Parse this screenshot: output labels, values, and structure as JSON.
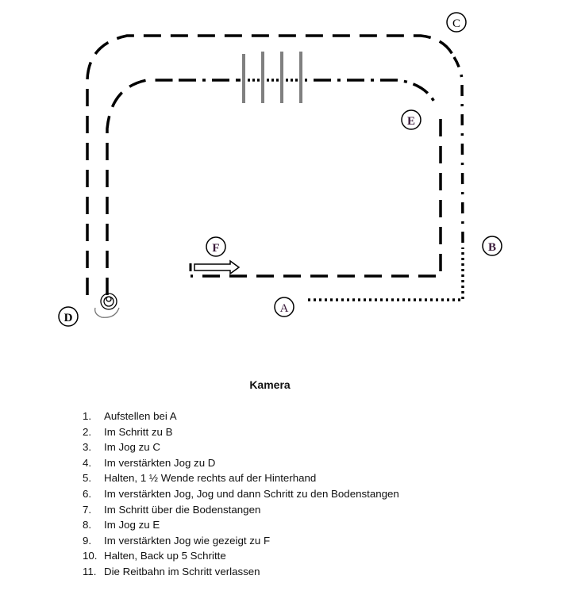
{
  "diagram": {
    "markers": {
      "A": "A",
      "B": "B",
      "C": "C",
      "D": "D",
      "E": "E",
      "F": "F"
    },
    "colors": {
      "line": "#000000",
      "poles": "#808080",
      "marker_text": "#3a1a3a"
    }
  },
  "title": "Kamera",
  "steps": [
    {
      "num": "1.",
      "text": "Aufstellen bei A"
    },
    {
      "num": "2.",
      "text": "Im Schritt zu B"
    },
    {
      "num": "3.",
      "text": "Im Jog zu C"
    },
    {
      "num": "4.",
      "text": "Im verstärkten Jog zu D"
    },
    {
      "num": "5.",
      "text": "Halten, 1 ½ Wende rechts auf der Hinterhand"
    },
    {
      "num": "6.",
      "text": "Im verstärkten Jog, Jog und dann Schritt zu den Bodenstangen"
    },
    {
      "num": "7.",
      "text": "Im Schritt über die Bodenstangen"
    },
    {
      "num": "8.",
      "text": "Im Jog zu E"
    },
    {
      "num": "9.",
      "text": "Im verstärkten Jog wie gezeigt zu F"
    },
    {
      "num": "10.",
      "text": "Halten, Back up 5 Schritte"
    },
    {
      "num": "11.",
      "text": "Die Reitbahn im Schritt verlassen"
    }
  ]
}
